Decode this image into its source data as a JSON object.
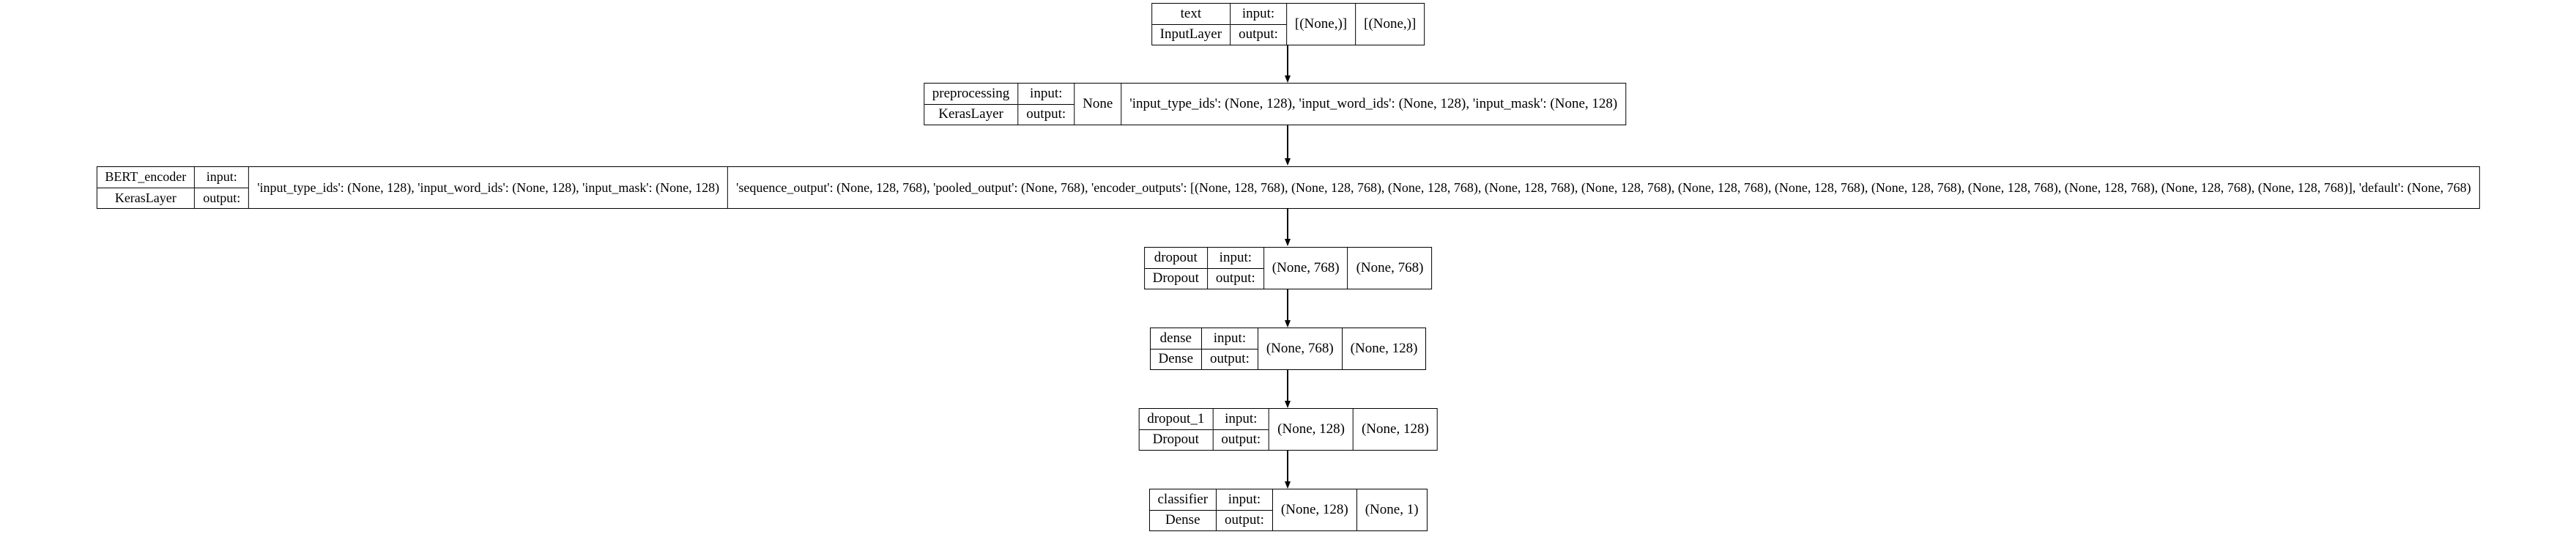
{
  "diagram_title": "keras-model-architecture-plot",
  "labels": {
    "input": "input:",
    "output": "output:"
  },
  "nodes": [
    {
      "name": "text",
      "class_name": "InputLayer",
      "input_shape": "[(None,)]",
      "output_shape": "[(None,)]"
    },
    {
      "name": "preprocessing",
      "class_name": "KerasLayer",
      "input_shape": "None",
      "output_shape": "'input_type_ids': (None, 128), 'input_word_ids': (None, 128), 'input_mask': (None, 128)"
    },
    {
      "name": "BERT_encoder",
      "class_name": "KerasLayer",
      "input_shape": "'input_type_ids': (None, 128), 'input_word_ids': (None, 128), 'input_mask': (None, 128)",
      "output_shape": "'sequence_output': (None, 128, 768), 'pooled_output': (None, 768), 'encoder_outputs': [(None, 128, 768), (None, 128, 768), (None, 128, 768), (None, 128, 768), (None, 128, 768), (None, 128, 768), (None, 128, 768), (None, 128, 768), (None, 128, 768), (None, 128, 768), (None, 128, 768), (None, 128, 768)], 'default': (None, 768)"
    },
    {
      "name": "dropout",
      "class_name": "Dropout",
      "input_shape": "(None, 768)",
      "output_shape": "(None, 768)"
    },
    {
      "name": "dense",
      "class_name": "Dense",
      "input_shape": "(None, 768)",
      "output_shape": "(None, 128)"
    },
    {
      "name": "dropout_1",
      "class_name": "Dropout",
      "input_shape": "(None, 128)",
      "output_shape": "(None, 128)"
    },
    {
      "name": "classifier",
      "class_name": "Dense",
      "input_shape": "(None, 128)",
      "output_shape": "(None, 1)"
    }
  ],
  "edges": [
    {
      "from": "text",
      "to": "preprocessing"
    },
    {
      "from": "preprocessing",
      "to": "BERT_encoder"
    },
    {
      "from": "BERT_encoder",
      "to": "dropout"
    },
    {
      "from": "dropout",
      "to": "dense"
    },
    {
      "from": "dense",
      "to": "dropout_1"
    },
    {
      "from": "dropout_1",
      "to": "classifier"
    }
  ],
  "colors": {
    "background": "#ffffff",
    "border": "#000000",
    "text": "#000000"
  }
}
